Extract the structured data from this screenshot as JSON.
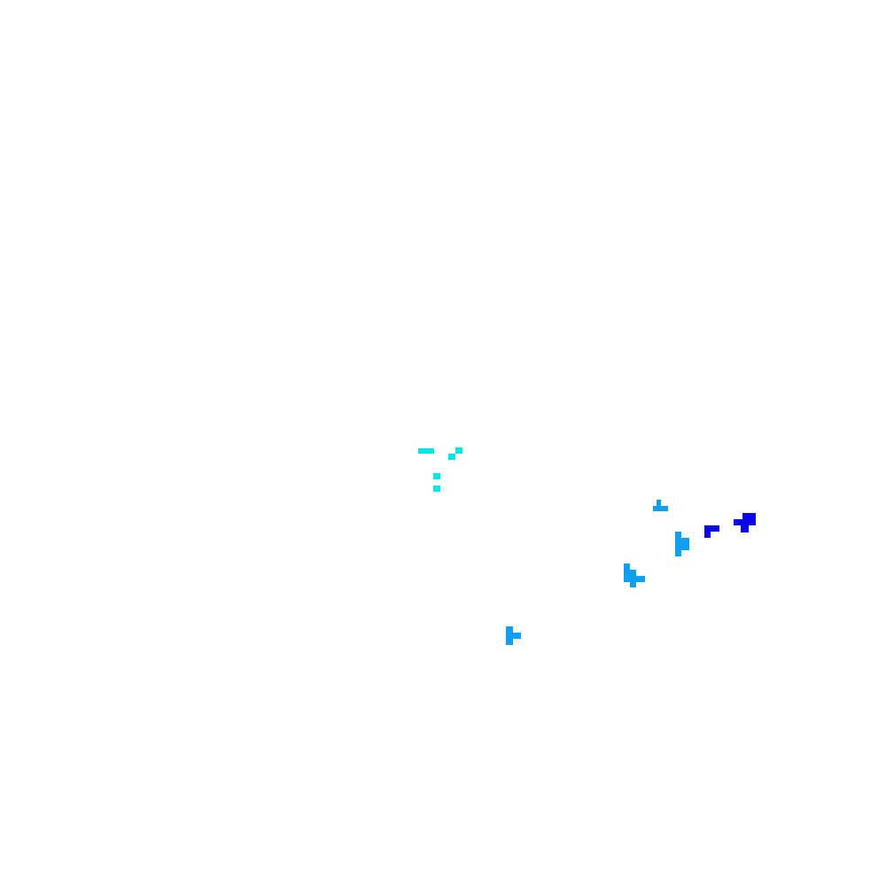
{
  "colors": {
    "background": "#ffffff",
    "cyan": "#00e5e5",
    "light_blue": "#0f9ff0",
    "dark_blue": "#0a05e6"
  },
  "clusters": [
    {
      "name": "cyan-cluster",
      "color_key": "cyan"
    },
    {
      "name": "light-blue-cluster-1",
      "color_key": "light_blue"
    },
    {
      "name": "light-blue-cluster-2",
      "color_key": "light_blue"
    },
    {
      "name": "light-blue-cluster-3",
      "color_key": "light_blue"
    },
    {
      "name": "light-blue-cluster-4",
      "color_key": "light_blue"
    },
    {
      "name": "dark-blue-cluster-1",
      "color_key": "dark_blue"
    },
    {
      "name": "dark-blue-cluster-2",
      "color_key": "dark_blue"
    }
  ]
}
